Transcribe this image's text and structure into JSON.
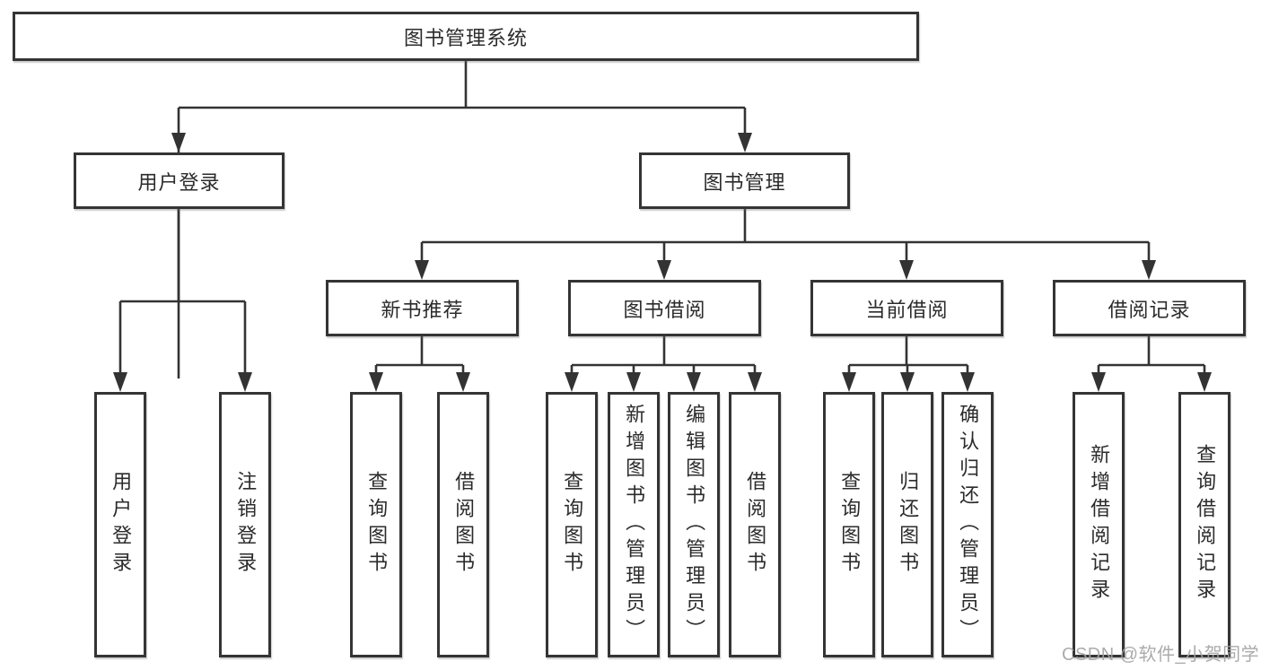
{
  "nodes": {
    "root": "图书管理系统",
    "user_login": "用户登录",
    "book_management": "图书管理",
    "new_book_recommend": "新书推荐",
    "book_borrowing": "图书借阅",
    "current_borrowing": "当前借阅",
    "borrowing_records": "借阅记录",
    "leaves": {
      "user_login": "用户登录",
      "logout": "注销登录",
      "nbr_query_books": "查询图书",
      "nbr_borrow_books": "借阅图书",
      "bb_query_books": "查询图书",
      "bb_add_books_admin": "新增图书（管理员）",
      "bb_edit_books_admin": "编辑图书（管理员）",
      "bb_borrow_books": "借阅图书",
      "cb_query_books": "查询图书",
      "cb_return_books": "归还图书",
      "cb_confirm_return_admin": "确认归还（管理员）",
      "br_add_record": "新增借阅记录",
      "br_query_record": "查询借阅记录"
    }
  },
  "watermark": "CSDN @软件_小贺同学",
  "colors": {
    "line": "#333333",
    "box_border": "#343434",
    "box_background": "#ffffff",
    "text": "#2b2b2b",
    "watermark": "#a3a3a3"
  }
}
